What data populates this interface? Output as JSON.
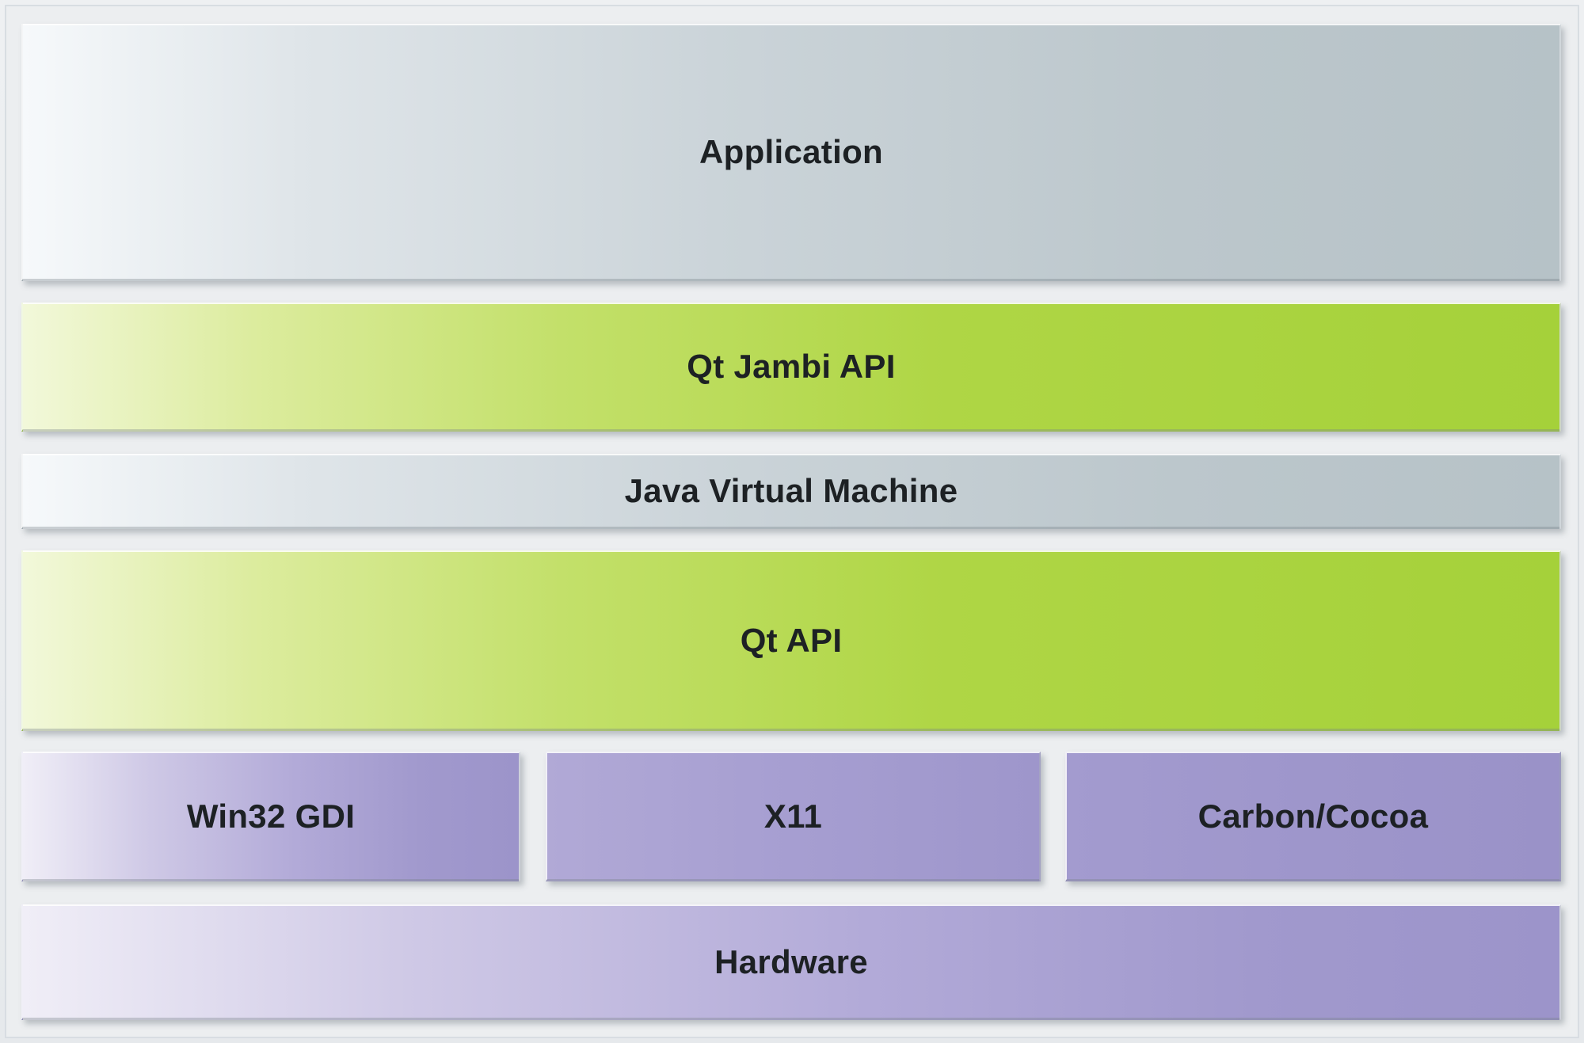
{
  "layers": {
    "application": "Application",
    "qt_jambi_api": "Qt Jambi API",
    "java_virtual_machine": "Java Virtual Machine",
    "qt_api": "Qt API",
    "platforms": [
      "Win32 GDI",
      "X11",
      "Carbon/Cocoa"
    ],
    "hardware": "Hardware"
  },
  "colors": {
    "gray_layer": "#bcc7cc",
    "green_layer": "#a5d13a",
    "purple_layer": "#9c94ca",
    "text": "#1d2124",
    "background": "#eceef0"
  }
}
